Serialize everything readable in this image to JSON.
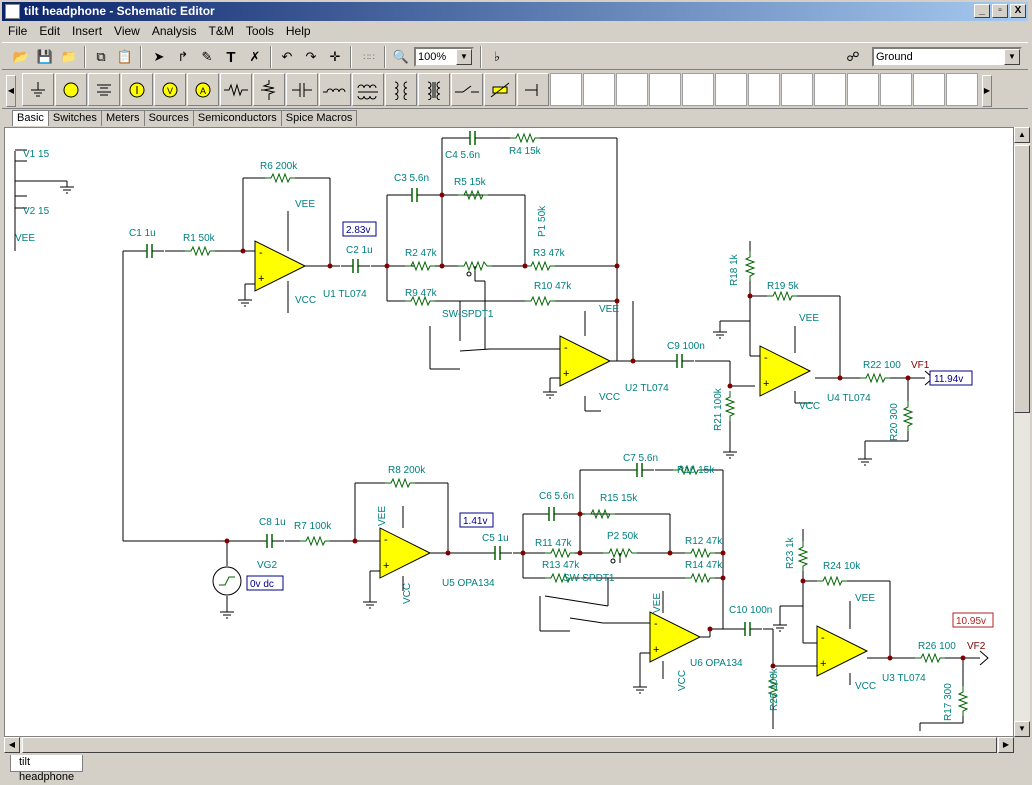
{
  "window": {
    "title": "tilt headphone - Schematic Editor",
    "controls": [
      "_",
      "▫",
      "X"
    ]
  },
  "menu": [
    "File",
    "Edit",
    "Insert",
    "View",
    "Analysis",
    "T&M",
    "Tools",
    "Help"
  ],
  "toolbar": {
    "zoom": "100%",
    "ground_select": "Ground"
  },
  "palette_tabs": [
    "Basic",
    "Switches",
    "Meters",
    "Sources",
    "Semiconductors",
    "Spice Macros"
  ],
  "sheet_tab": "tilt headphone",
  "schematic": {
    "supplies": {
      "v1": "V1 15",
      "v2": "V2 15",
      "vee": "VEE"
    },
    "top": {
      "c1": "C1 1u",
      "r1": "R1 50k",
      "r6": "R6 200k",
      "u1": "U1 TL074",
      "probe1": "2.83v",
      "c2": "C2 1u",
      "c3": "C3 5.6n",
      "c4": "C4 5.6n",
      "r4": "R4 15k",
      "r5": "R5 15k",
      "r2": "R2 47k",
      "r3": "R3 47k",
      "p1": "P1 50k",
      "r9": "R9 47k",
      "r10": "R10 47k",
      "sw": "SW-SPDT1",
      "u2": "U2 TL074",
      "c9": "C9 100n",
      "r21": "R21 100k",
      "r18": "R18 1k",
      "r19": "R19 5k",
      "u4": "U4 TL074",
      "r22": "R22 100",
      "vf": "VF1",
      "probe2": "11.94v",
      "r20": "R20 300"
    },
    "bottom": {
      "c8": "C8 1u",
      "r7": "R7 100k",
      "r8": "R8 200k",
      "u5": "U5 OPA134",
      "probe1": "1.41v",
      "vg": "VG2",
      "vg_val": "0v dc",
      "c5": "C5 1u",
      "c6": "C6 5.6n",
      "c7": "C7 5.6n",
      "r16": "R16 15k",
      "r15": "R15 15k",
      "r11": "R11 47k",
      "p2": "P2 50k",
      "r12": "R12 47k",
      "r13": "R13 47k",
      "sw": "SW-SPDT1",
      "r14": "R14 47k",
      "u6": "U6 OPA134",
      "c10": "C10 100n",
      "r25": "R25 100k",
      "r23": "R23 1k",
      "r24": "R24 10k",
      "u3": "U3 TL074",
      "r26": "R26 100",
      "vf": "VF2",
      "probe2": "10.95v",
      "r17": "R17 300"
    },
    "pins": {
      "vee": "VEE",
      "vcc": "VCC"
    }
  },
  "colors": {
    "wire": "#000000",
    "component": "#006400",
    "label": "#008080",
    "opamp": "#ffff00",
    "probe_blue": "#00008b",
    "probe_red": "#b22222",
    "node": "#800000"
  }
}
